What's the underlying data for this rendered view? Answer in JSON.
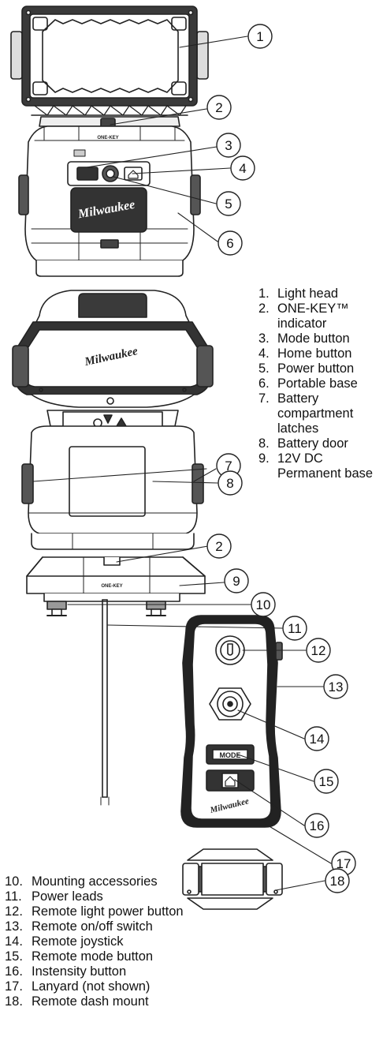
{
  "brand": "Milwaukee",
  "onekey_mark": "ONE-KEY",
  "remote_mode_label": "MODE",
  "callouts": [
    "1",
    "2",
    "3",
    "4",
    "5",
    "6",
    "2",
    "7",
    "8",
    "9",
    "10",
    "11",
    "12",
    "13",
    "14",
    "15",
    "16",
    "17",
    "18"
  ],
  "legend_top": [
    {
      "num": "1.",
      "text": "Light head"
    },
    {
      "num": "2.",
      "text": "ONE-KEY™ indicator"
    },
    {
      "num": "3.",
      "text": "Mode button"
    },
    {
      "num": "4.",
      "text": "Home button"
    },
    {
      "num": "5.",
      "text": "Power button"
    },
    {
      "num": "6.",
      "text": "Portable base"
    },
    {
      "num": "7.",
      "text": "Battery compartment latches"
    },
    {
      "num": "8.",
      "text": "Battery door"
    },
    {
      "num": "9.",
      "text": "12V DC Permanent base"
    }
  ],
  "legend_bottom": [
    {
      "num": "10.",
      "text": "Mounting accessories"
    },
    {
      "num": "11.",
      "text": "Power leads"
    },
    {
      "num": "12.",
      "text": "Remote light power button"
    },
    {
      "num": "13.",
      "text": "Remote on/off switch"
    },
    {
      "num": "14.",
      "text": "Remote joystick"
    },
    {
      "num": "15.",
      "text": "Remote mode button"
    },
    {
      "num": "16.",
      "text": "Instensity button"
    },
    {
      "num": "17.",
      "text": "Lanyard (not shown)"
    },
    {
      "num": "18.",
      "text": "Remote dash mount"
    }
  ]
}
